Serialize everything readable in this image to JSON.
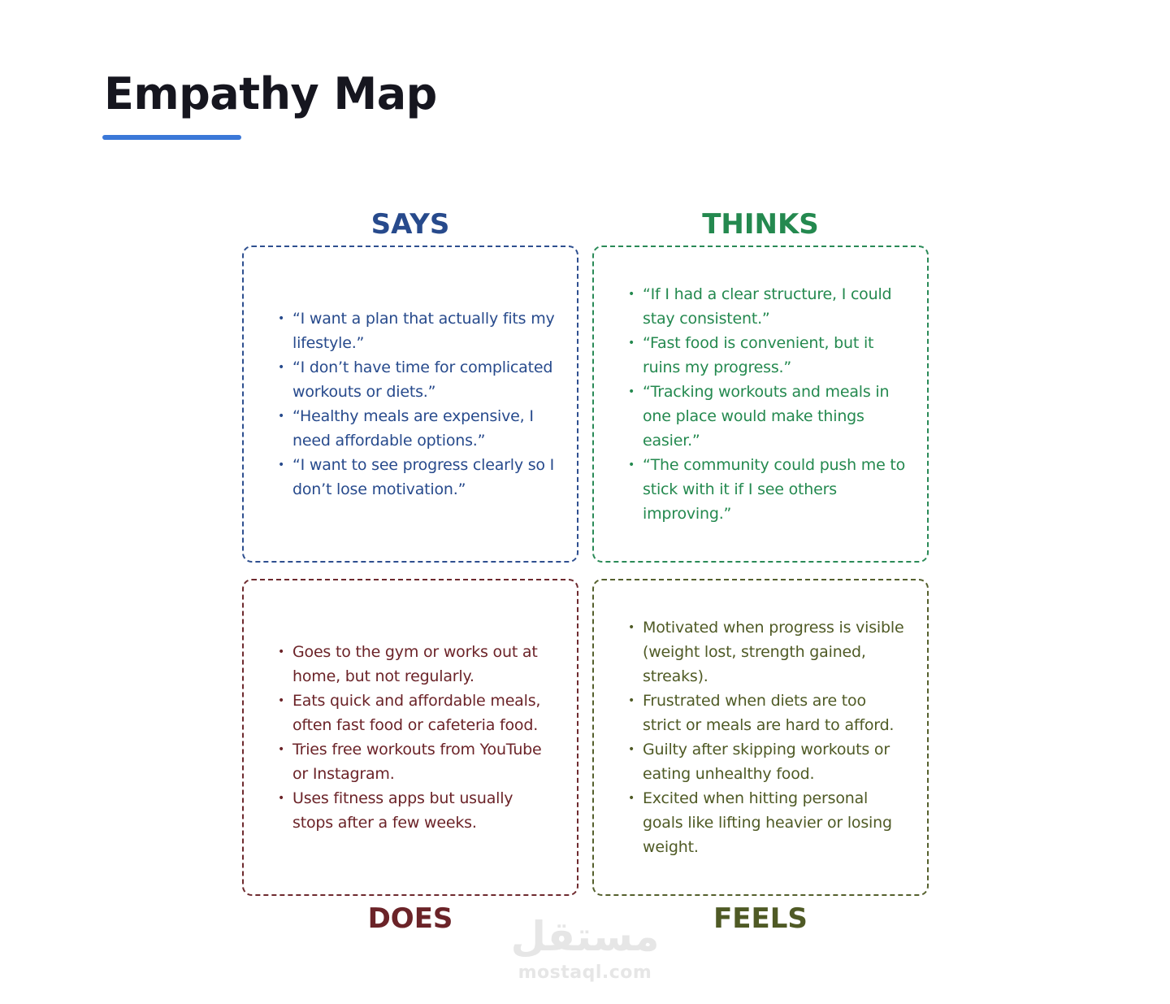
{
  "page": {
    "title": "Empathy Map",
    "accent_color": "#3b78d8"
  },
  "quadrants": {
    "says": {
      "label": "SAYS",
      "color": "#274a8c",
      "items": [
        "“I want a plan that actually fits my lifestyle.”",
        "“I don’t have time for complicated workouts or diets.”",
        "“Healthy meals are expensive, I need affordable options.”",
        "“I want to see progress clearly so I don’t lose motivation.”"
      ]
    },
    "thinks": {
      "label": "THINKS",
      "color": "#24894f",
      "items": [
        "“If I had a clear structure, I could stay consistent.”",
        "“Fast food is convenient, but it ruins my progress.”",
        "“Tracking workouts and meals in one place would make things easier.”",
        "“The community could push me to stick with it if I see others improving.”"
      ]
    },
    "does": {
      "label": "DOES",
      "color": "#6b2328",
      "items": [
        "Goes to the gym or works out at home, but not regularly.",
        "Eats quick and affordable meals, often fast food or cafeteria food.",
        "Tries free workouts from YouTube or Instagram.",
        "Uses fitness apps but usually stops after a few weeks."
      ]
    },
    "feels": {
      "label": "FEELS",
      "color": "#4f5a25",
      "items": [
        "Motivated when progress is visible (weight lost, strength gained, streaks).",
        "Frustrated when diets are too strict or meals are hard to afford.",
        "Guilty after skipping workouts or eating unhealthy food.",
        "Excited when hitting personal goals like lifting heavier or losing weight."
      ]
    }
  },
  "watermark": {
    "logo_text": "مستقل",
    "domain": "mostaql.com"
  }
}
